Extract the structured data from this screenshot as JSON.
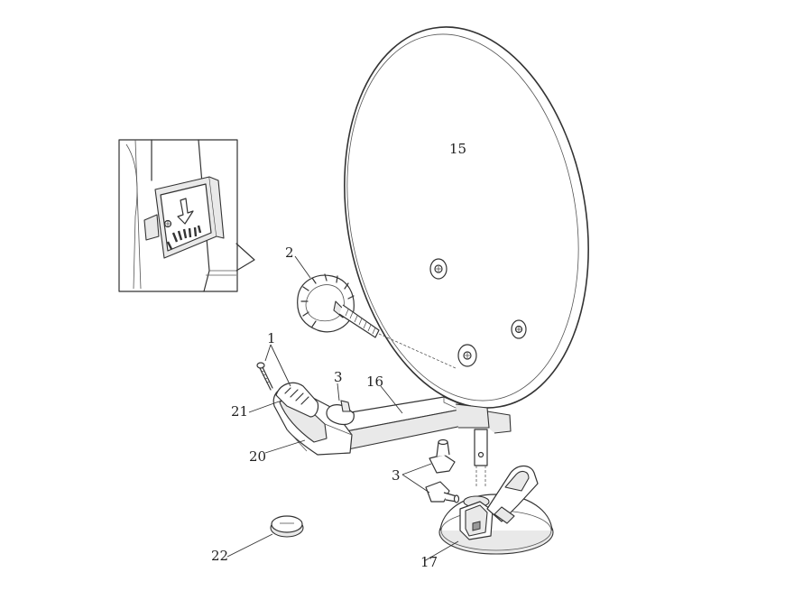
{
  "callouts": {
    "c15": "15",
    "c2": "2",
    "c1": "1",
    "c3a": "3",
    "c16": "16",
    "c21": "21",
    "c20": "20",
    "c3b": "3",
    "c17": "17",
    "c22": "22"
  }
}
